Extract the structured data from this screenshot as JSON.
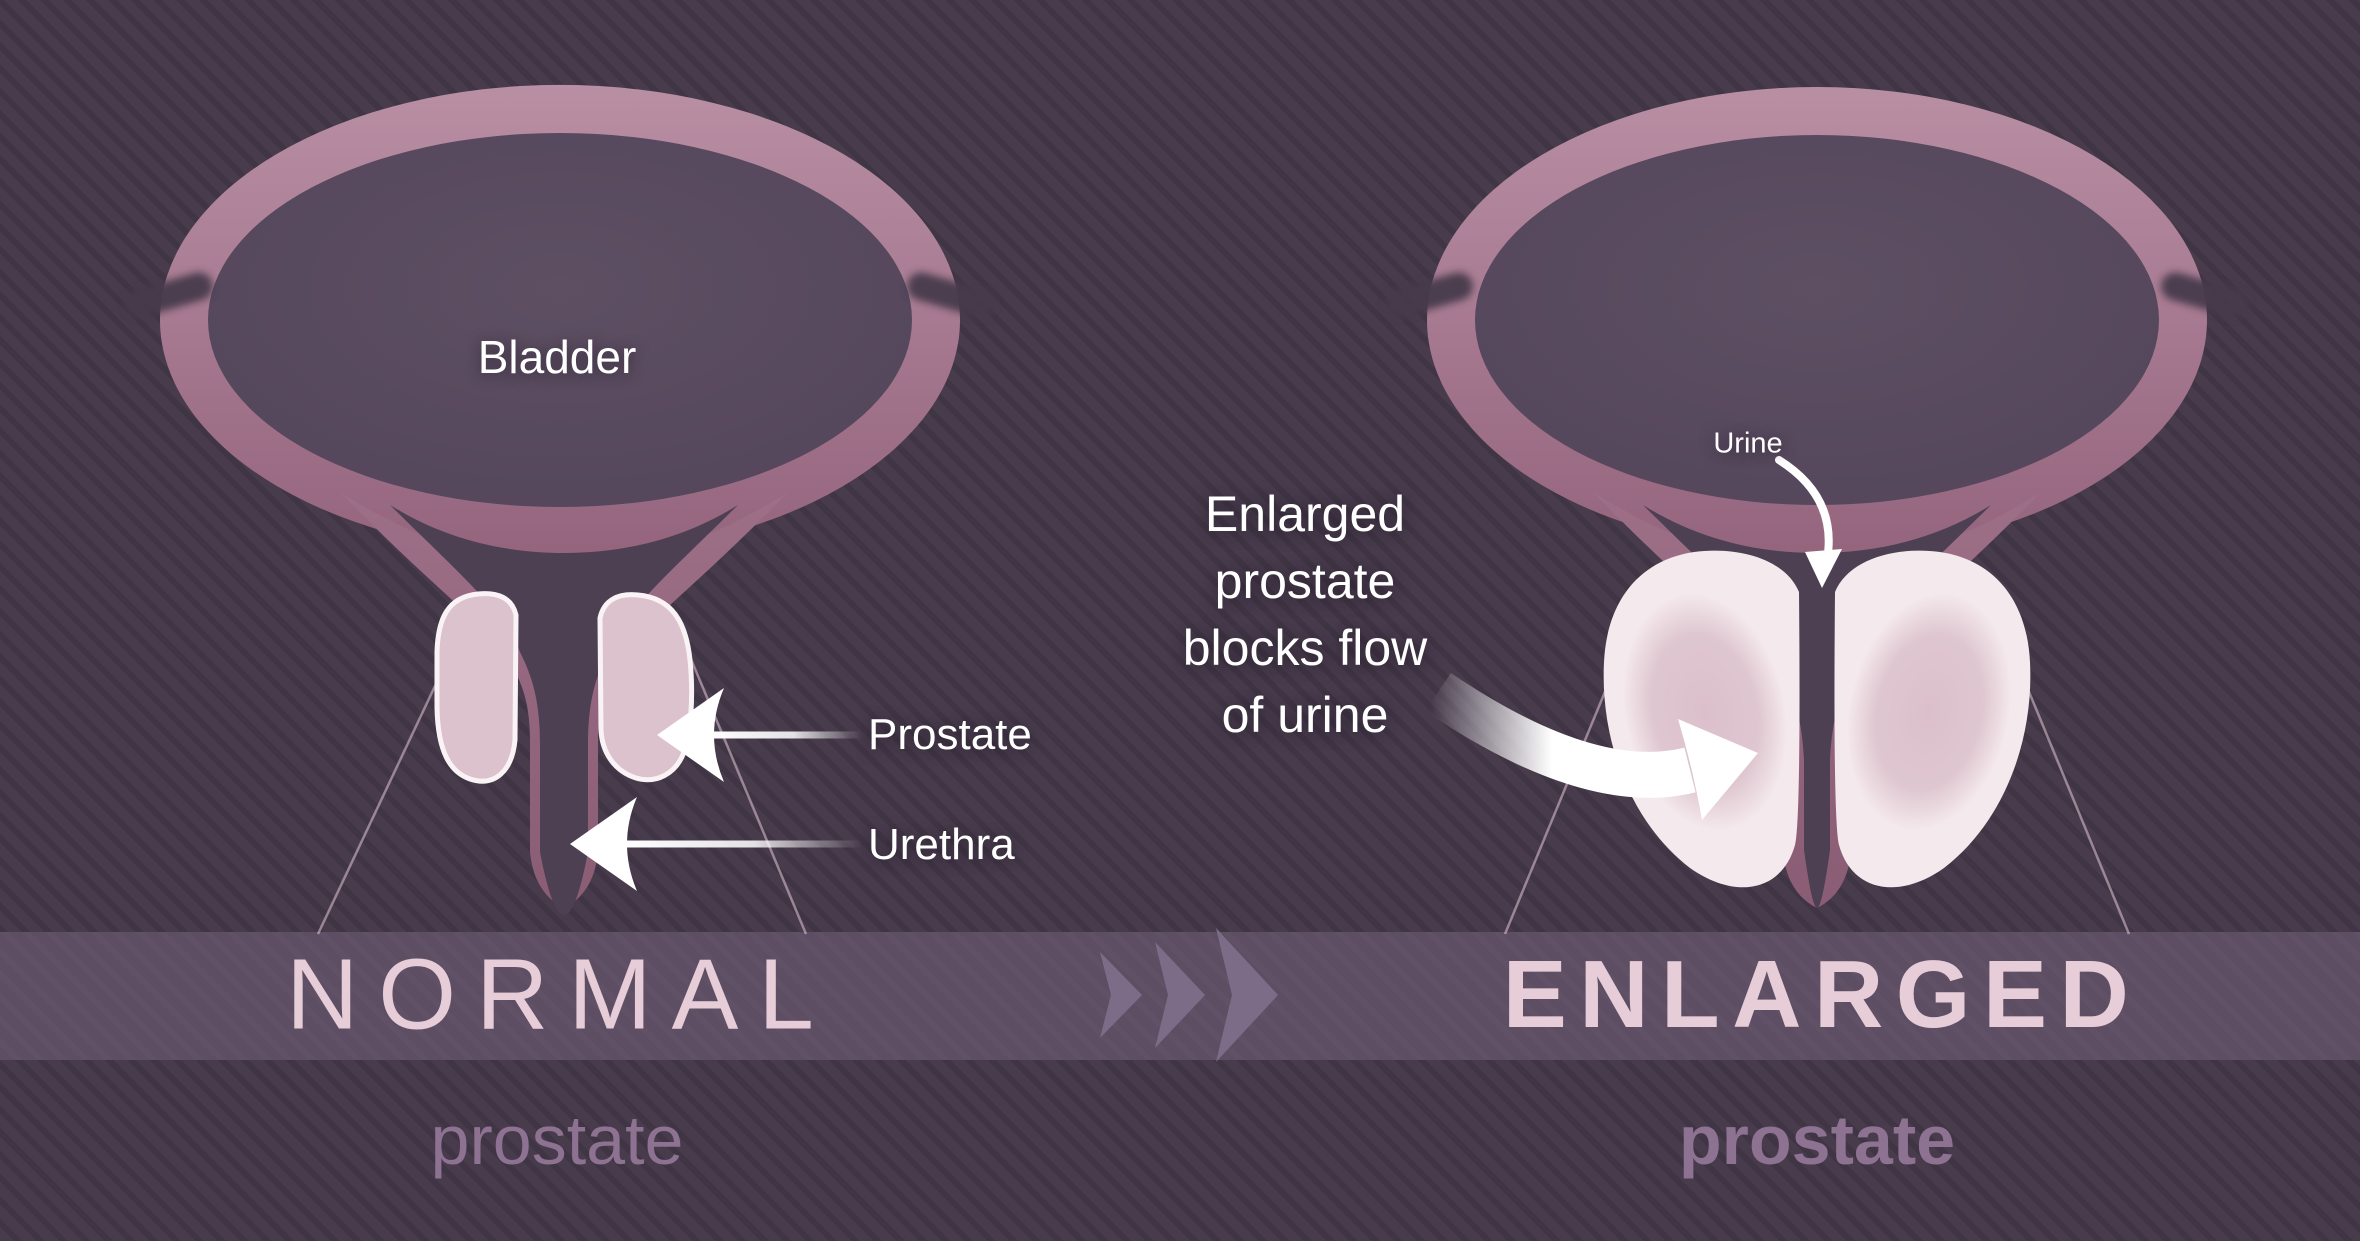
{
  "palette": {
    "background": "#473b4c",
    "stripe": "rgba(0,0,0,0.10)",
    "banner": "#5e4e64",
    "bladder_wall_light": "#b98fa4",
    "bladder_wall_dark": "#94647d",
    "bladder_interior_light": "#5e4f63",
    "bladder_interior": "#524459",
    "funnel": "#9d7087",
    "funnel_dark": "#8a5c74",
    "lumen": "#4d4052",
    "prostate_normal_fill": "#dcc2cc",
    "prostate_normal_stroke": "#faf3f6",
    "prostate_enlarged_outer": "#f4e9ec",
    "prostate_enlarged_inner": "#dbc0cb",
    "projection_line": "rgba(225,198,212,0.55)",
    "label_text": "#ffffff",
    "banner_text": "#e6cdd7",
    "subtitle_text": "#8d7292",
    "chevron": "#7d6c87"
  },
  "icons": {
    "transition_chevrons": "»»»",
    "pointer_arrow": "←",
    "urine_flow_arrow": "⤵",
    "blockage_arrow": "➜"
  },
  "left_panel": {
    "bladder_label": "Bladder",
    "prostate_label": "Prostate",
    "urethra_label": "Urethra",
    "banner_title": "NORMAL",
    "subtitle": "prostate"
  },
  "right_panel": {
    "urine_label": "Urine",
    "callout_lines": [
      "Enlarged",
      "prostate",
      "blocks flow",
      "of urine"
    ],
    "banner_title": "ENLARGED",
    "subtitle": "prostate"
  }
}
